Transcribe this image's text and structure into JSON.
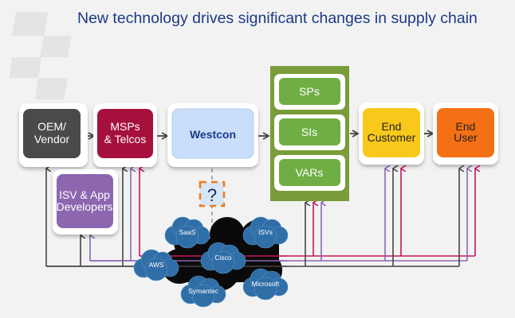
{
  "title": "New technology drives significant changes in supply chain",
  "colors": {
    "title": "#1c3a86",
    "oem": "#4a4a4a",
    "msps": "#a5103c",
    "westcon": "#c9defa",
    "green": "#6fae45",
    "green_frame": "#7a9c3a",
    "end_customer": "#f8c81b",
    "end_user": "#f37014",
    "isv": "#8d66b0",
    "cloud": "#2f6ea6",
    "line_dark": "#444444",
    "line_pink": "#c8145e",
    "line_purple": "#8a67b5",
    "question_border": "#f07a1c"
  },
  "nodes": {
    "oem": [
      "OEM/",
      "Vendor"
    ],
    "msps": [
      "MSPs",
      "& Telcos"
    ],
    "westcon": "Westcon",
    "sps": "SPs",
    "sis": "SIs",
    "vars": "VARs",
    "end_customer": [
      "End",
      "Customer"
    ],
    "end_user": [
      "End",
      "User"
    ],
    "isv": [
      "ISV & App",
      "Developers"
    ],
    "question": "?"
  },
  "clouds": [
    "SaaS",
    "ISVs",
    "Cisco",
    "AWS",
    "Symantec",
    "Microsoft"
  ]
}
